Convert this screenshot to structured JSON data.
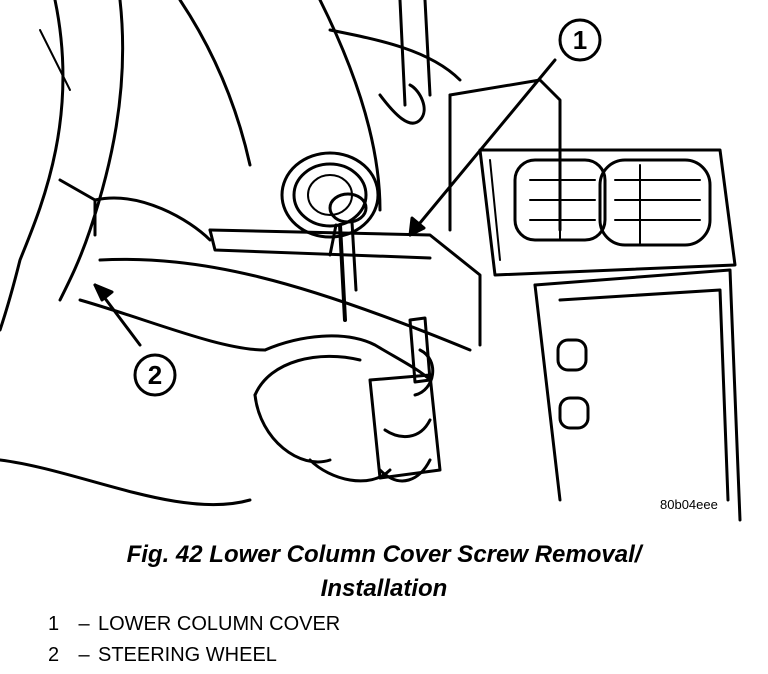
{
  "figure": {
    "callouts": [
      "1",
      "2"
    ],
    "image_code": "80b04eee",
    "caption_line1": "Fig. 42 Lower Column Cover Screw Removal/",
    "caption_line2": "Installation"
  },
  "legend": [
    {
      "number": "1",
      "dash": "–",
      "label": "LOWER COLUMN COVER"
    },
    {
      "number": "2",
      "dash": "–",
      "label": "STEERING WHEEL"
    }
  ]
}
